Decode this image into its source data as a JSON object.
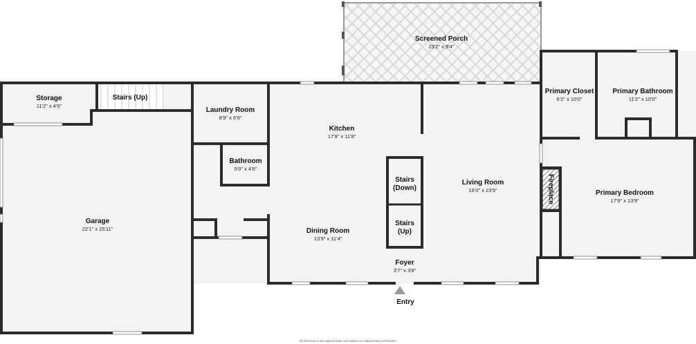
{
  "rooms": {
    "screened_porch": {
      "name": "Screened Porch",
      "dim": "23'2\" x 9'4\""
    },
    "storage": {
      "name": "Storage",
      "dim": "11'2\" x 4'6\""
    },
    "stairs_up_top": {
      "name": "Stairs (Up)"
    },
    "laundry": {
      "name": "Laundry Room",
      "dim": "8'9\" x 6'9\""
    },
    "kitchen": {
      "name": "Kitchen",
      "dim": "17'9\" x 11'8\""
    },
    "primary_closet": {
      "name": "Primary Closet",
      "dim": "6'2\" x 10'0\""
    },
    "primary_bathroom": {
      "name": "Primary Bathroom",
      "dim": "11'2\" x 10'0\""
    },
    "bathroom": {
      "name": "Bathroom",
      "dim": "5'0\" x 4'6\""
    },
    "stairs_down": {
      "line1": "Stairs",
      "line2": "(Down)"
    },
    "stairs_up_center": {
      "line1": "Stairs",
      "line2": "(Up)"
    },
    "living_room": {
      "name": "Living Room",
      "dim": "16'0\" x 23'5\""
    },
    "fireplace": {
      "name": "Fireplace"
    },
    "primary_bedroom": {
      "name": "Primary Bedroom",
      "dim": "17'9\" x 13'9\""
    },
    "garage": {
      "name": "Garage",
      "dim": "22'1\" x 25'11\""
    },
    "dining_room": {
      "name": "Dining Room",
      "dim": "13'9\" x 11'4\""
    },
    "foyer": {
      "name": "Foyer",
      "dim": "3'7\" x 3'8\""
    }
  },
  "entry": "Entry",
  "footnote": "All dimensions are approximate and subject to independent verification."
}
